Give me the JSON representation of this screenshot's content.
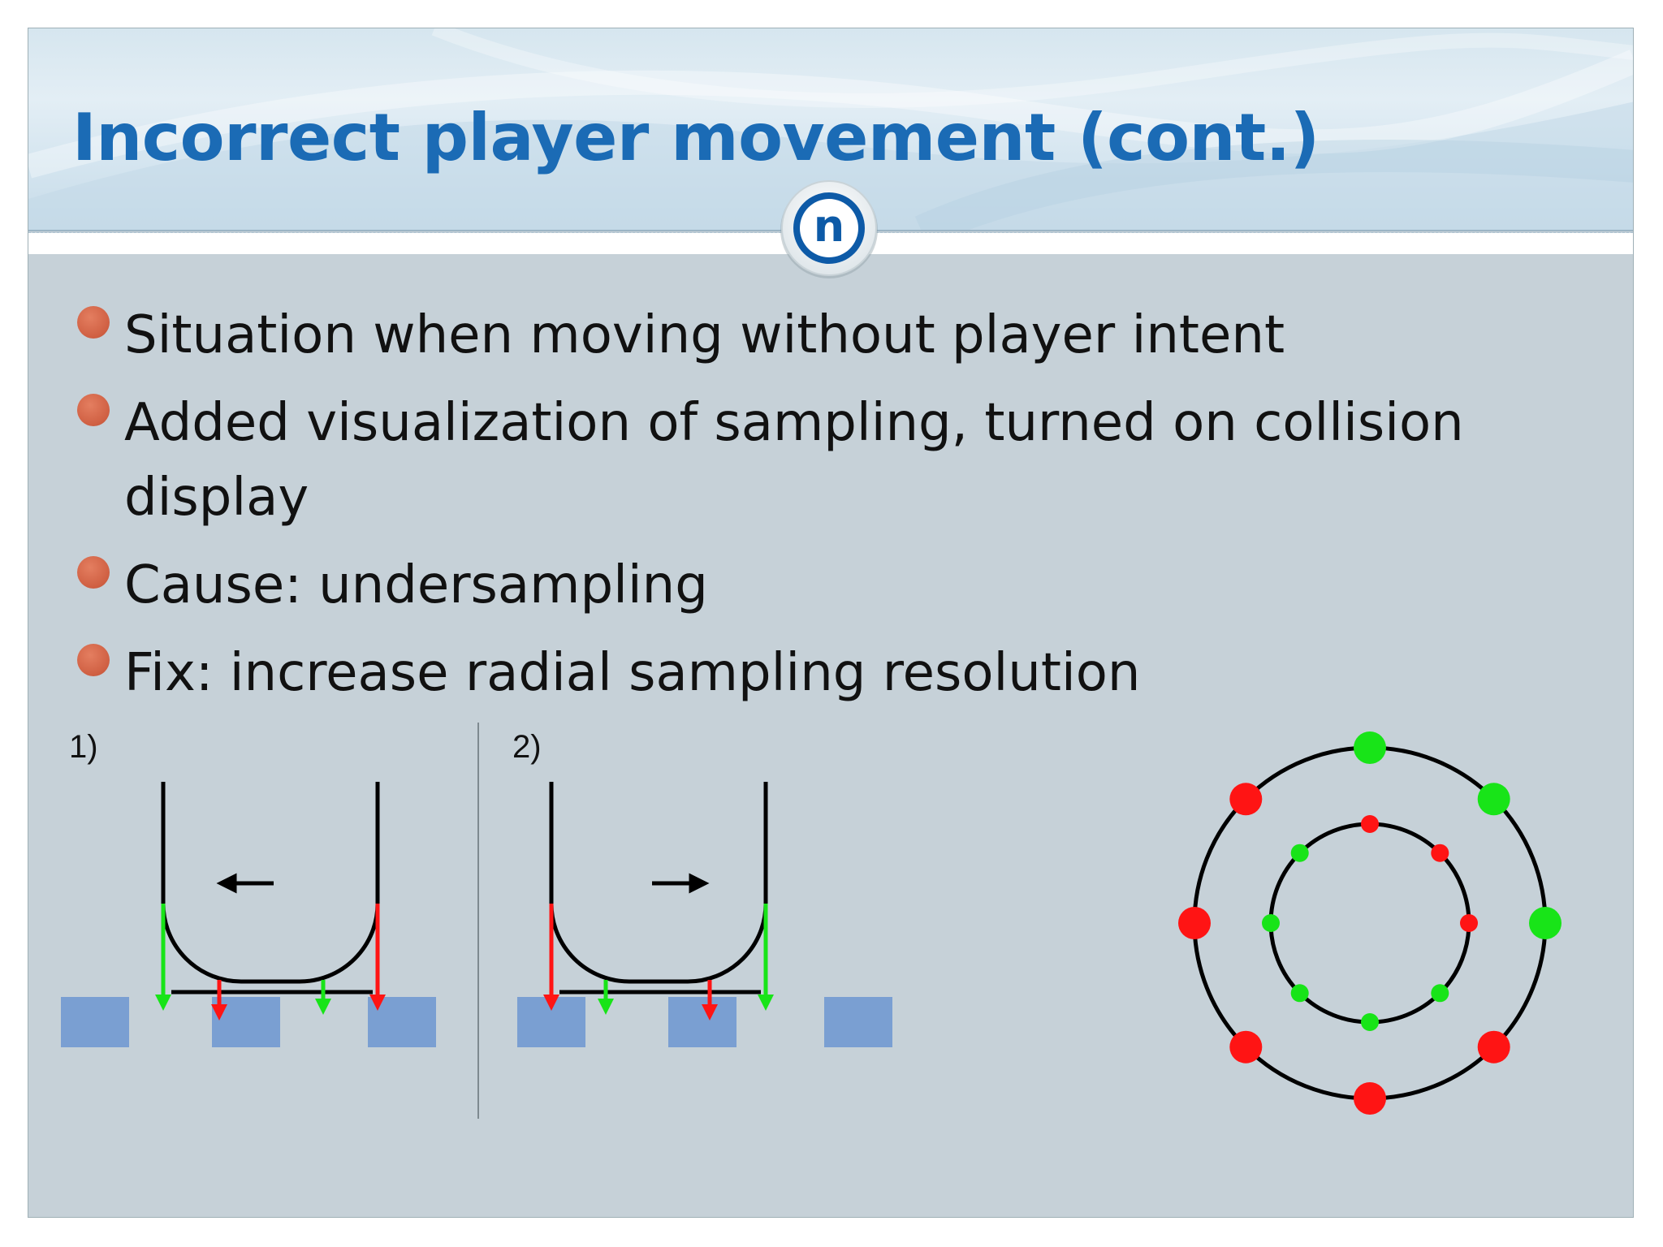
{
  "title": "Incorrect player movement (cont.)",
  "logo": {
    "letter": "n"
  },
  "bullets": [
    {
      "line1": "Situation when moving without player intent",
      "line2": ""
    },
    {
      "line1": "Added visualization of sampling, turned on collision",
      "line2": "display"
    },
    {
      "line1": "Cause: undersampling",
      "line2": ""
    },
    {
      "line1": "Fix: increase radial sampling resolution",
      "line2": ""
    }
  ],
  "diagram1": {
    "label": "1)",
    "arrow_direction": "left"
  },
  "diagram2": {
    "label": "2)",
    "arrow_direction": "right"
  },
  "ring_samples": {
    "outer": [
      "green",
      "green",
      "green",
      "red",
      "red",
      "red",
      "red",
      "red"
    ],
    "inner": [
      "red",
      "red",
      "red",
      "green",
      "green",
      "green",
      "green",
      "green"
    ]
  },
  "colors": {
    "title": "#1b6bb5",
    "background": "#c6d1d8",
    "bullet_dot": "#d0614a",
    "collision_box": "#7a9fd2",
    "sample_green": "#18e418",
    "sample_red": "#ff1414"
  }
}
